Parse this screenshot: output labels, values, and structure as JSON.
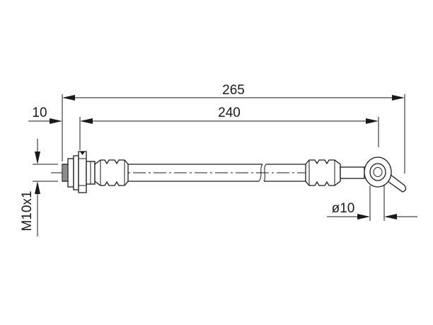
{
  "dimensions": {
    "overall_length": "265",
    "hose_length": "240",
    "fitting_length": "10",
    "eye_diameter": "ø10",
    "thread": "M10x1"
  }
}
